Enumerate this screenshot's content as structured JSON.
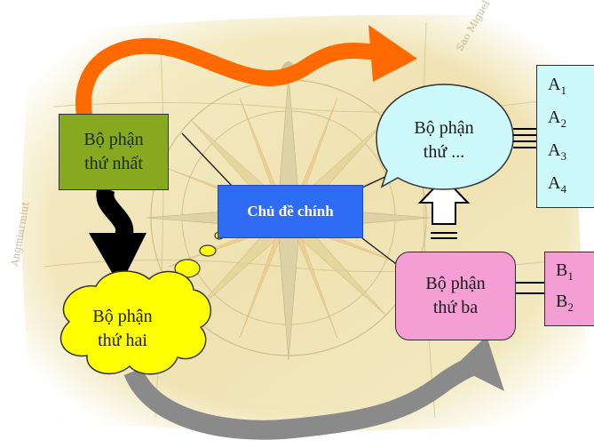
{
  "diagram": {
    "main_topic": "Chủ đề chính",
    "parts": {
      "first": [
        "Bộ phận",
        "thứ nhất"
      ],
      "second": [
        "Bộ phận",
        "thứ hai"
      ],
      "third": [
        "Bộ phận",
        "thứ ba"
      ],
      "nth": [
        "Bộ phận",
        "thứ ..."
      ]
    },
    "list_a": [
      {
        "letter": "A",
        "index": "1"
      },
      {
        "letter": "A",
        "index": "2"
      },
      {
        "letter": "A",
        "index": "3"
      },
      {
        "letter": "A",
        "index": "4"
      }
    ],
    "list_b": [
      {
        "letter": "B",
        "index": "1"
      },
      {
        "letter": "B",
        "index": "2"
      }
    ]
  },
  "colors": {
    "first": "#86a920",
    "second": "#ffff00",
    "third": "#f39ed4",
    "nth": "#cdf9fb",
    "main": "#2f6cf5",
    "arrow_orange": "#ff6a00",
    "arrow_gray": "#8a8a8a",
    "arrow_black": "#000000"
  }
}
